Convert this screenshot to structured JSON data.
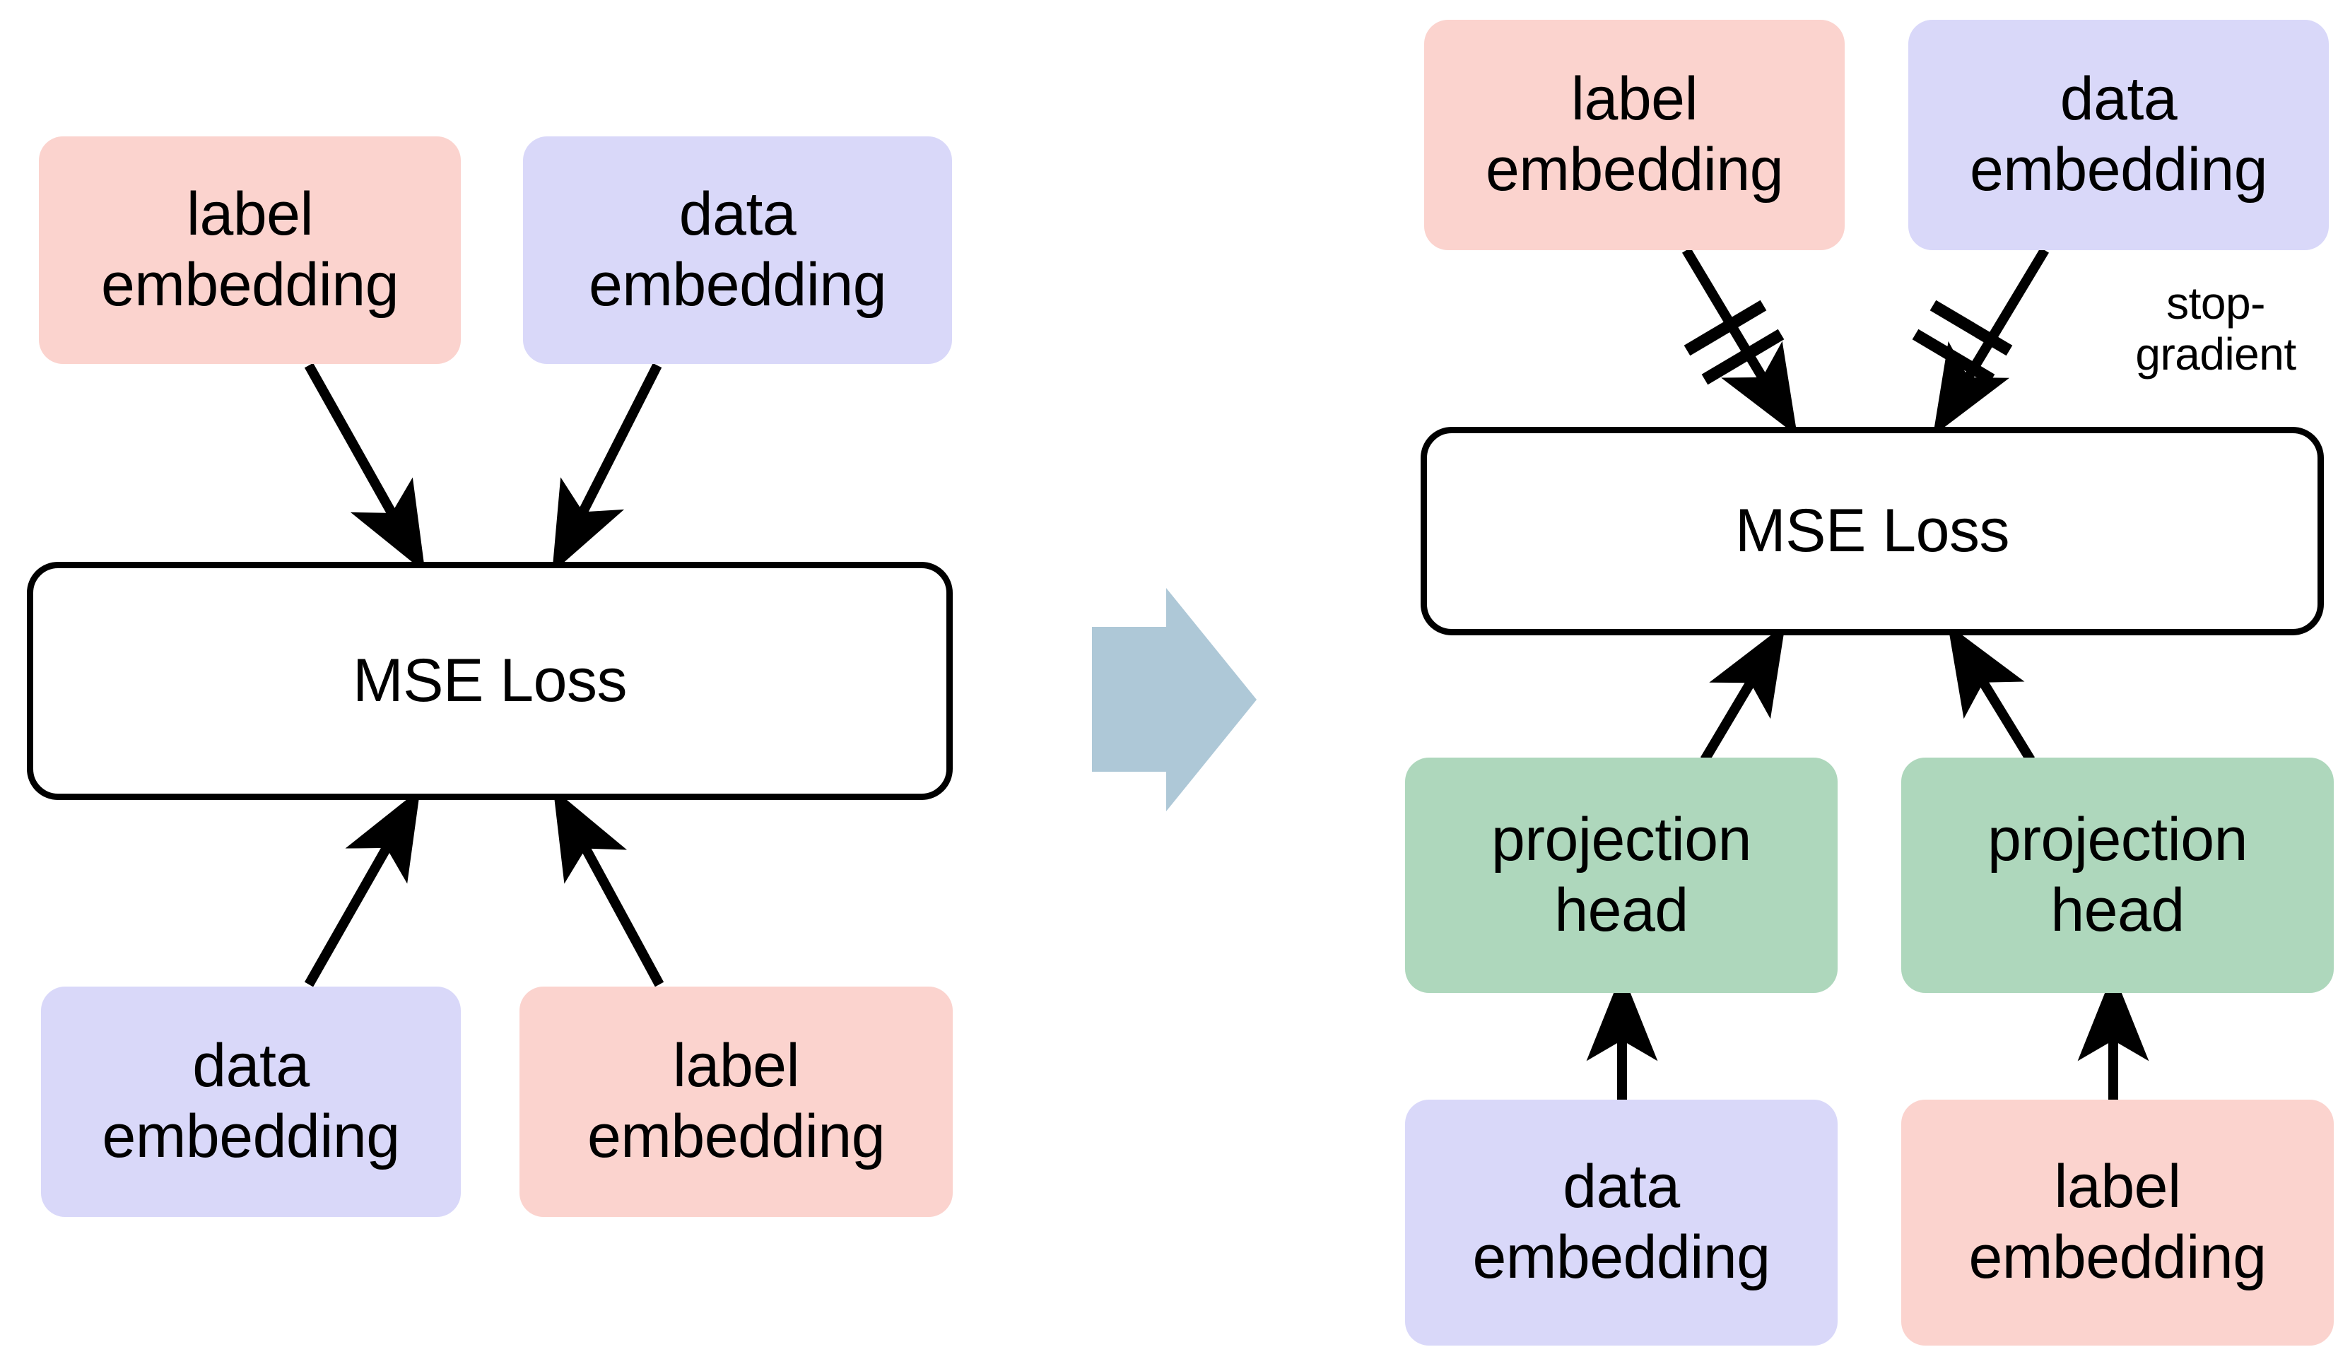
{
  "figure": {
    "title": "",
    "background_color": "#ffffff",
    "colors": {
      "pink": "#FBD3CE",
      "blue": "#D9D8F9",
      "green": "#AED7BC",
      "transition_arrow": "#AEC8D7",
      "stroke": "#000000"
    }
  },
  "left_panel": {
    "nodes": {
      "top_label_embedding": {
        "line1": "label",
        "line2": "embedding"
      },
      "top_data_embedding": {
        "line1": "data",
        "line2": "embedding"
      },
      "mse_loss": {
        "line1": "MSE Loss"
      },
      "bottom_data_embedding": {
        "line1": "data",
        "line2": "embedding"
      },
      "bottom_label_embedding": {
        "line1": "label",
        "line2": "embedding"
      }
    }
  },
  "transition": {
    "icon": "right-arrow-icon"
  },
  "right_panel": {
    "nodes": {
      "top_label_embedding": {
        "line1": "label",
        "line2": "embedding"
      },
      "top_data_embedding": {
        "line1": "data",
        "line2": "embedding"
      },
      "mse_loss": {
        "line1": "MSE Loss"
      },
      "left_projection_head": {
        "line1": "projection",
        "line2": "head"
      },
      "right_projection_head": {
        "line1": "projection",
        "line2": "head"
      },
      "bottom_data_embedding": {
        "line1": "data",
        "line2": "embedding"
      },
      "bottom_label_embedding": {
        "line1": "label",
        "line2": "embedding"
      }
    },
    "annotations": {
      "stop_gradient": {
        "line1": "stop-",
        "line2": "gradient"
      }
    }
  }
}
